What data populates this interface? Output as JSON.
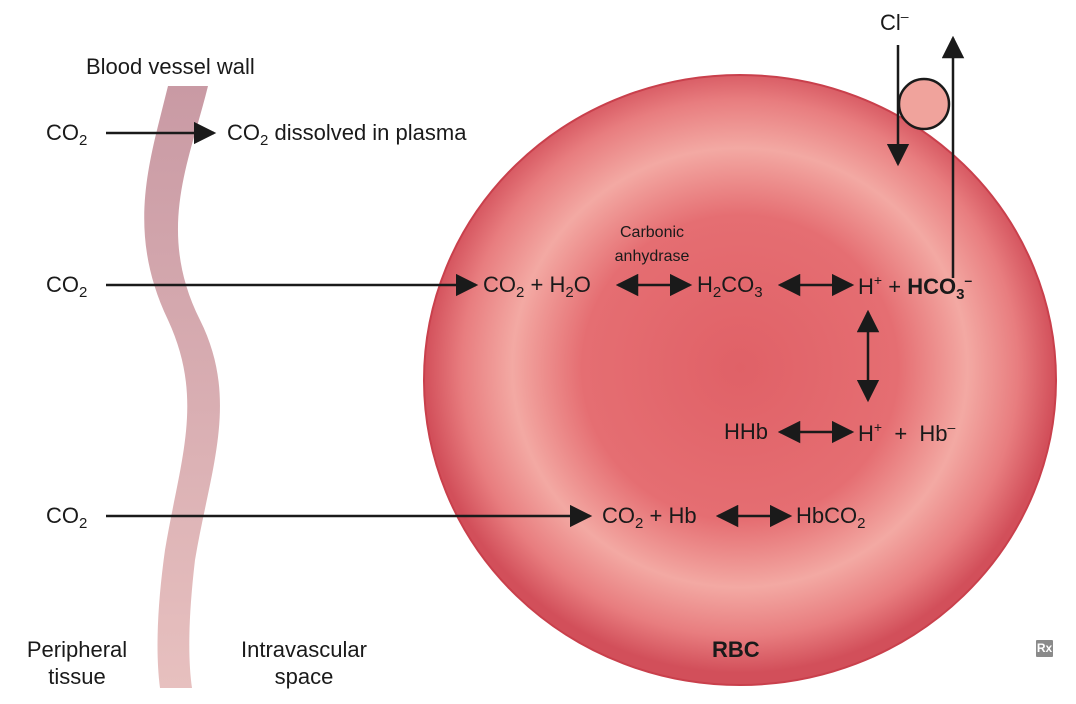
{
  "labels": {
    "vessel_wall": "Blood vessel wall",
    "co2": "CO",
    "sub2": "2",
    "dissolved": "dissolved in plasma",
    "carbonic": "Carbonic",
    "anhydrase": "anhydrase",
    "plus": "+",
    "h2o_h": "H",
    "h2o_o": "O",
    "h2co3_h": "H",
    "h2co3_co": "CO",
    "sub3": "3",
    "h": "H",
    "plus_sup": "+",
    "hco": "HCO",
    "minus": "–",
    "hhb": "HHb",
    "hb": "Hb",
    "hbco": "HbCO",
    "cl": "Cl",
    "peripheral_1": "Peripheral",
    "peripheral_2": "tissue",
    "intravascular_1": "Intravascular",
    "intravascular_2": "space",
    "rbc": "RBC",
    "logo": "Rx"
  },
  "colors": {
    "rbc_outer": "#d8565f",
    "rbc_ring": "#f3a7a2",
    "rbc_center": "#e2666c",
    "vessel": "#d9a9ad",
    "channel": "#f0a39c"
  },
  "icons": [
    "rx-logo"
  ]
}
